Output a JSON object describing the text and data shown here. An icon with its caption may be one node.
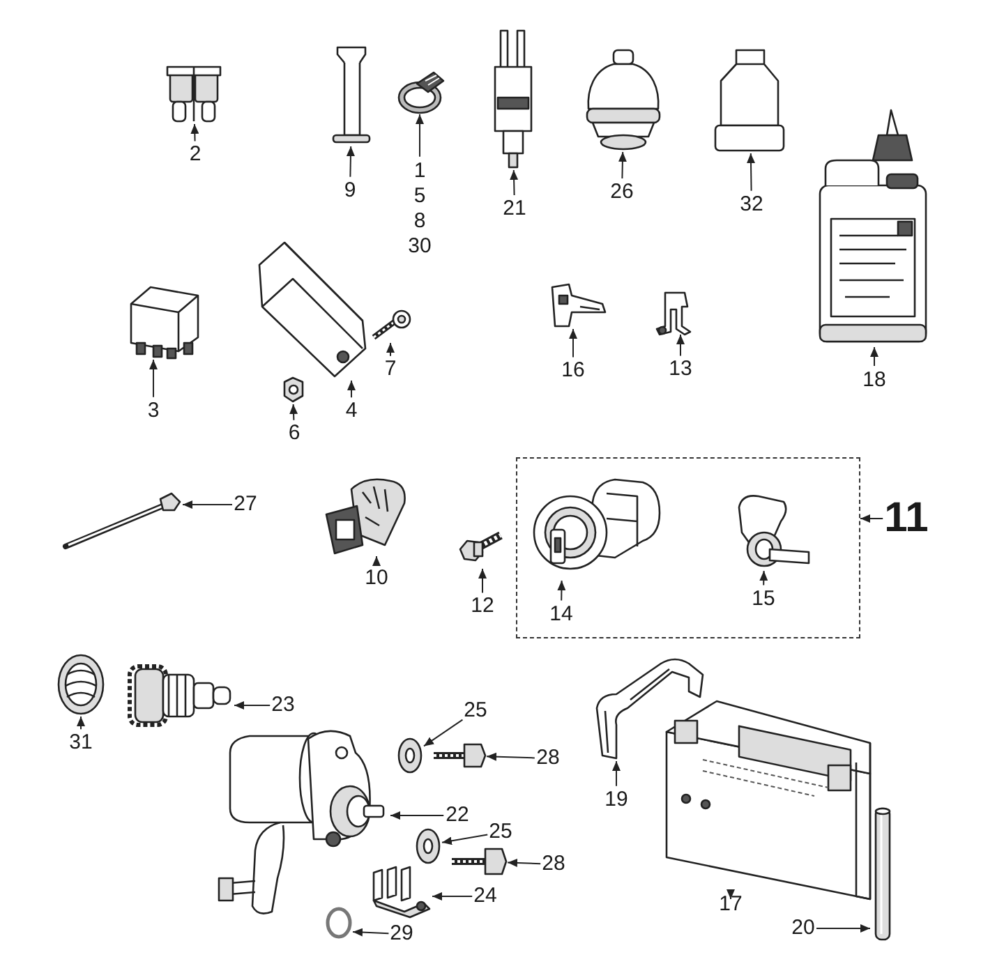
{
  "diagram": {
    "nodes": [
      {
        "text": [
          "2"
        ]
      },
      {
        "text": [],
        "shape": "picture"
      },
      {
        "text": [
          "9"
        ]
      },
      {
        "text": [],
        "shape": "picture"
      },
      {
        "text": [
          "1",
          "5",
          "8",
          "30"
        ]
      },
      {
        "text": [],
        "shape": "picture"
      },
      {
        "text": [
          "21"
        ]
      },
      {
        "text": [],
        "shape": "picture"
      },
      {
        "text": [
          "26"
        ]
      },
      {
        "text": [],
        "shape": "picture"
      },
      {
        "text": [
          "32"
        ]
      },
      {
        "text": [],
        "shape": "picture"
      },
      {
        "text": [
          "18"
        ]
      },
      {
        "text": [],
        "shape": "picture"
      },
      {
        "text": [
          "3"
        ]
      },
      {
        "text": [],
        "shape": "picture"
      },
      {
        "text": [
          "4"
        ]
      },
      {
        "text": [],
        "shape": "picture"
      },
      {
        "text": [
          "7"
        ]
      },
      {
        "text": [],
        "shape": "picture"
      },
      {
        "text": [
          "6"
        ]
      },
      {
        "text": [],
        "shape": "picture"
      },
      {
        "text": [
          "16"
        ]
      },
      {
        "text": [],
        "shape": "picture"
      },
      {
        "text": [
          "13"
        ]
      },
      {
        "text": [],
        "shape": "picture"
      },
      {
        "text": [
          "27"
        ]
      },
      {
        "text": [],
        "shape": "picture"
      },
      {
        "text": [
          "10"
        ]
      },
      {
        "text": [],
        "shape": "picture"
      },
      {
        "text": [
          "12"
        ]
      },
      {
        "text": [],
        "shape": "picture"
      },
      {
        "text": [],
        "shape": "box"
      },
      {
        "text": [],
        "shape": "picture",
        "in": 32
      },
      {
        "text": [
          "14"
        ],
        "in": 32
      },
      {
        "text": [],
        "shape": "picture",
        "in": 32
      },
      {
        "text": [
          "15"
        ],
        "in": 32
      },
      {
        "text": [
          "11"
        ]
      },
      {
        "text": [],
        "shape": "picture"
      },
      {
        "text": [
          "31"
        ]
      },
      {
        "text": [],
        "shape": "picture"
      },
      {
        "text": [
          "23"
        ]
      },
      {
        "text": [],
        "shape": "picture"
      },
      {
        "text": [
          "22"
        ]
      },
      {
        "text": [],
        "shape": "picture"
      },
      {
        "text": [
          "25"
        ]
      },
      {
        "text": [],
        "shape": "picture"
      },
      {
        "text": [
          "28"
        ]
      },
      {
        "text": [],
        "shape": "picture"
      },
      {
        "text": [
          "25"
        ]
      },
      {
        "text": [],
        "shape": "picture"
      },
      {
        "text": [
          "28"
        ]
      },
      {
        "text": [],
        "shape": "picture"
      },
      {
        "text": [
          "24"
        ]
      },
      {
        "text": [],
        "shape": "circle"
      },
      {
        "text": [
          "29"
        ]
      },
      {
        "text": [],
        "shape": "picture"
      },
      {
        "text": [
          "19"
        ]
      },
      {
        "text": [],
        "shape": "picture"
      },
      {
        "text": [
          "17"
        ]
      },
      {
        "text": [],
        "shape": "picture"
      },
      {
        "text": [
          "20"
        ]
      }
    ],
    "edges": [
      {
        "from": 0,
        "to": 1,
        "arrow": "to"
      },
      {
        "from": 2,
        "to": 3,
        "arrow": "to"
      },
      {
        "from": 4,
        "to": 5,
        "arrow": "to"
      },
      {
        "from": 6,
        "to": 7,
        "arrow": "to"
      },
      {
        "from": 8,
        "to": 9,
        "arrow": "to"
      },
      {
        "from": 10,
        "to": 11,
        "arrow": "to"
      },
      {
        "from": 12,
        "to": 13,
        "arrow": "to"
      },
      {
        "from": 14,
        "to": 15,
        "arrow": "to"
      },
      {
        "from": 16,
        "to": 17,
        "arrow": "to"
      },
      {
        "from": 18,
        "to": 19,
        "arrow": "to"
      },
      {
        "from": 20,
        "to": 21,
        "arrow": "to"
      },
      {
        "from": 22,
        "to": 23,
        "arrow": "to"
      },
      {
        "from": 24,
        "to": 25,
        "arrow": "to"
      },
      {
        "from": 26,
        "to": 27,
        "arrow": "to"
      },
      {
        "from": 28,
        "to": 29,
        "arrow": "to"
      },
      {
        "from": 30,
        "to": 31,
        "arrow": "to"
      },
      {
        "from": 34,
        "to": 33,
        "arrow": "to"
      },
      {
        "from": 36,
        "to": 35,
        "arrow": "to"
      },
      {
        "from": 37,
        "to": 32,
        "arrow": "to"
      },
      {
        "from": 39,
        "to": 38,
        "arrow": "to"
      },
      {
        "from": 41,
        "to": 40,
        "arrow": "to"
      },
      {
        "from": 43,
        "to": 42,
        "arrow": "to"
      },
      {
        "from": 45,
        "to": 44,
        "arrow": "to"
      },
      {
        "from": 47,
        "to": 46,
        "arrow": "to"
      },
      {
        "from": 49,
        "to": 48,
        "arrow": "to"
      },
      {
        "from": 51,
        "to": 50,
        "arrow": "to"
      },
      {
        "from": 53,
        "to": 52,
        "arrow": "to"
      },
      {
        "from": 55,
        "to": 54,
        "arrow": "to"
      },
      {
        "from": 57,
        "to": 56,
        "arrow": "to"
      },
      {
        "from": 59,
        "to": 58,
        "arrow": "to"
      },
      {
        "from": 61,
        "to": 60,
        "arrow": "to"
      }
    ]
  }
}
